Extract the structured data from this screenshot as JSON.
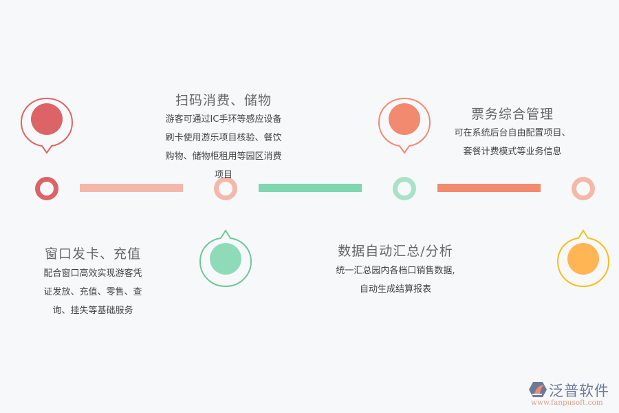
{
  "colors": {
    "background": "#f7f8fa",
    "red": "#dc6466",
    "salmon_light": "#f4b8aa",
    "green": "#7fd6af",
    "green_light": "#a8e3c8",
    "coral": "#f28a70",
    "orange": "#ffb554",
    "gold_outline": "#f5bf1a"
  },
  "steps": [
    {
      "title": "窗口发卡、充值",
      "desc": [
        "配合窗口高效实现游客凭",
        "证发放、充值、零售、查",
        "询、挂失等基础服务"
      ]
    },
    {
      "title": "扫码消费、储物",
      "desc": [
        "游客可通过IC手环等感应设备",
        "刷卡使用游乐项目核验、餐饮",
        "购物、储物柜租用等园区消费",
        "项目"
      ]
    },
    {
      "title": "数据自动汇总/分析",
      "desc": [
        "统一汇总园内各档口销售数据,",
        "自动生成结算报表"
      ]
    },
    {
      "title": "票务综合管理",
      "desc": [
        "可在系统后台自由配置项目、",
        "套餐计费模式等业务信息"
      ]
    }
  ],
  "logo": {
    "name": "泛普软件",
    "url": "www.fanpusoft.com"
  }
}
